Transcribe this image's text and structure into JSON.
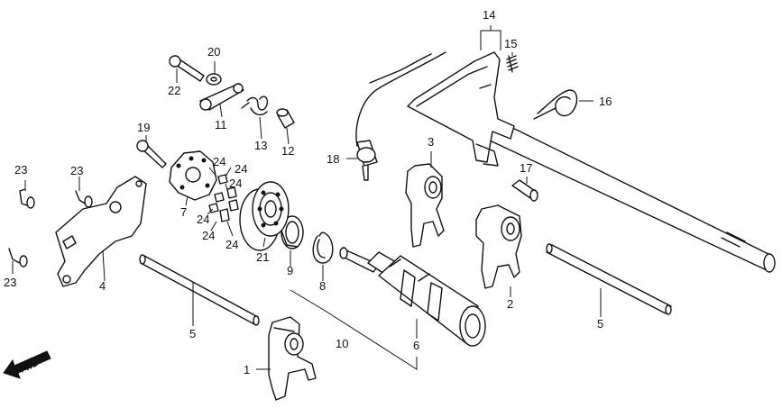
{
  "diagram": {
    "callouts": [
      "1",
      "2",
      "3",
      "4",
      "5",
      "5",
      "6",
      "7",
      "8",
      "9",
      "10",
      "11",
      "12",
      "13",
      "14",
      "15",
      "16",
      "17",
      "18",
      "19",
      "20",
      "21",
      "22",
      "23",
      "23",
      "23",
      "24",
      "24",
      "24",
      "24",
      "24",
      "24"
    ],
    "direction_indicator": "FWD"
  }
}
